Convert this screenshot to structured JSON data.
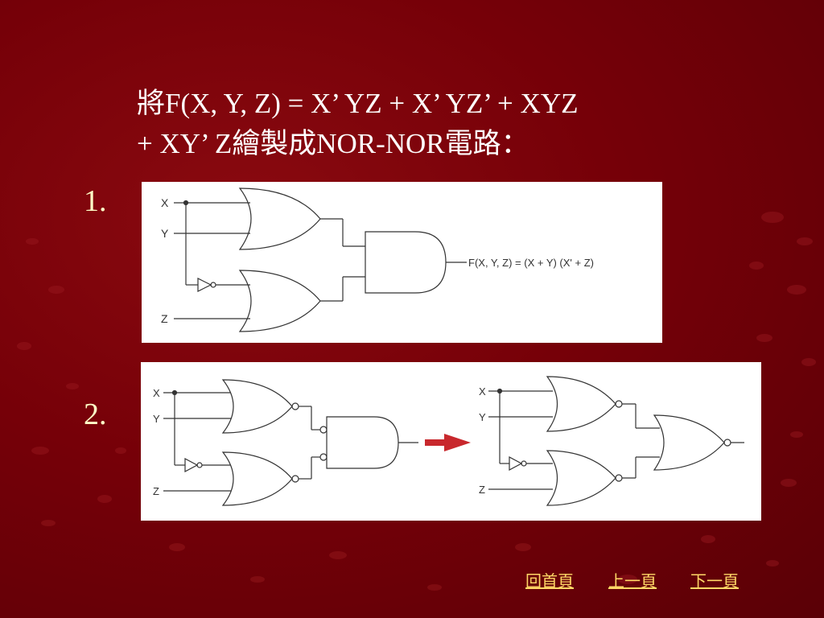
{
  "slide": {
    "title_line1": "將F(X, Y, Z) = X’ YZ + X’ YZ’ + XYZ",
    "title_line2": "+ XY’ Z繪製成NOR-NOR電路："
  },
  "items": [
    {
      "number": "1."
    },
    {
      "number": "2."
    }
  ],
  "diagram1": {
    "inputs": [
      "X",
      "Y",
      "Z"
    ],
    "output_label": "F(X, Y, Z) = (X + Y) (X' + Z)"
  },
  "diagram2": {
    "left_inputs": [
      "X",
      "Y",
      "Z"
    ],
    "right_inputs": [
      "X",
      "Y",
      "Z"
    ],
    "arrow_color": "#c8282d"
  },
  "nav": {
    "home": "回首頁",
    "prev": "上一頁",
    "next": "下一頁"
  },
  "colors": {
    "background": "#760008",
    "title_text": "#ffffff",
    "number_text": "#ffffc8",
    "nav_link": "#ffd766"
  }
}
